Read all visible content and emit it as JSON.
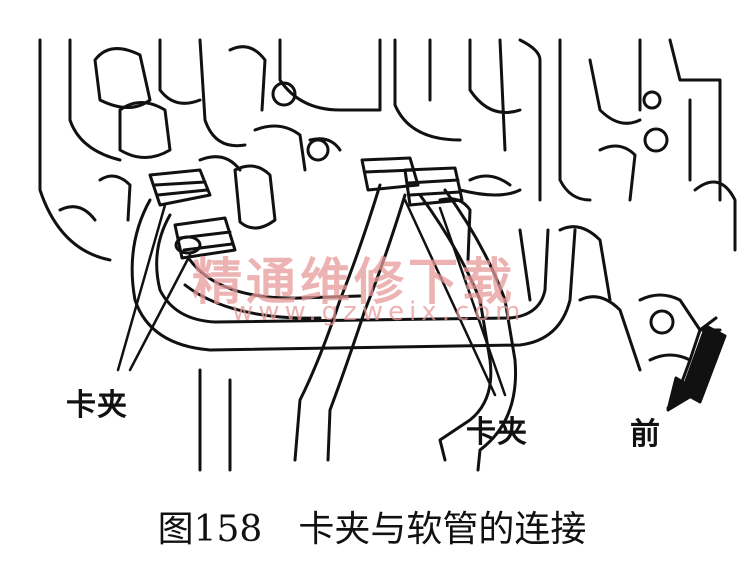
{
  "labels": {
    "clip_left": "卡夹",
    "clip_right": "卡夹",
    "front": "前"
  },
  "watermark": {
    "text_cn": "精通维修下载",
    "text_url": "www.gzweix.com",
    "color": "#e79a9a"
  },
  "caption": {
    "figure_number": "图158",
    "title": "卡夹与软管的连接"
  },
  "colors": {
    "line": "#111111",
    "background": "#ffffff"
  }
}
